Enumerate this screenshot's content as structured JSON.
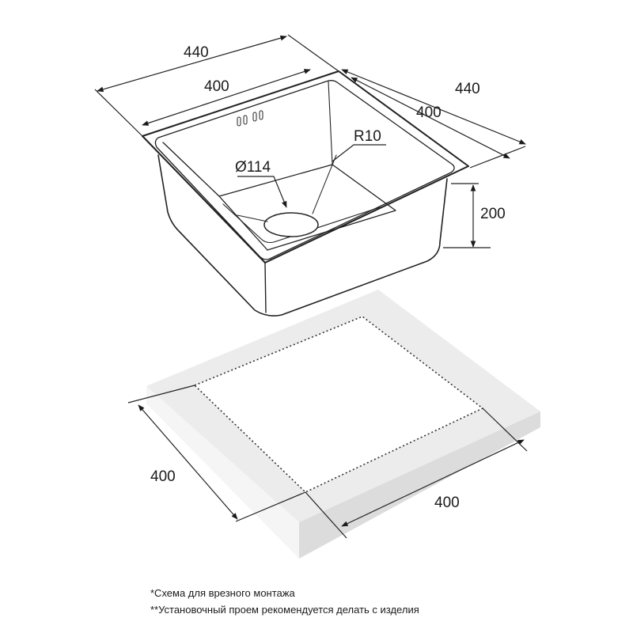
{
  "dimensions": {
    "outer_width": "440",
    "inner_width": "400",
    "outer_depth": "440",
    "inner_depth": "400",
    "height": "200",
    "corner_radius": "R10",
    "drain_diameter": "Ø114",
    "cutout_left": "400",
    "cutout_right": "400"
  },
  "notes": {
    "line1": "*Схема для врезного монтажа",
    "line2": "**Установочный проем рекомендуется делать с изделия"
  }
}
